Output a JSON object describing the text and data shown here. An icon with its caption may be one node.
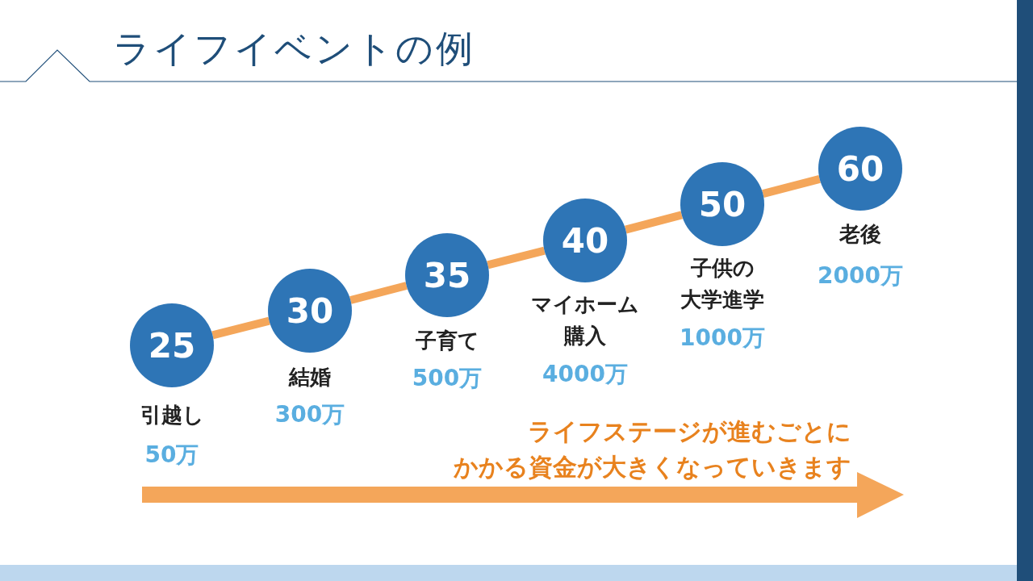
{
  "diagram": {
    "title": "ライフイベントの例",
    "nodes": [
      {
        "text": [
          "25"
        ],
        "beside": [
          "引越し",
          "50万"
        ]
      },
      {
        "text": [
          "30"
        ],
        "beside": [
          "結婚",
          "300万"
        ]
      },
      {
        "text": [
          "35"
        ],
        "beside": [
          "子育て",
          "500万"
        ]
      },
      {
        "text": [
          "40"
        ],
        "beside": [
          "マイホーム購入",
          "4000万"
        ]
      },
      {
        "text": [
          "50"
        ],
        "beside": [
          "子供の大学進学",
          "1000万"
        ]
      },
      {
        "text": [
          "60"
        ],
        "beside": [
          "老後",
          "2000万"
        ]
      }
    ],
    "edges": [
      {
        "from": 0,
        "to": 1,
        "arrow": "none"
      },
      {
        "from": 1,
        "to": 2,
        "arrow": "none"
      },
      {
        "from": 2,
        "to": 3,
        "arrow": "none"
      },
      {
        "from": 3,
        "to": 4,
        "arrow": "none"
      },
      {
        "from": 4,
        "to": 5,
        "arrow": "none"
      }
    ],
    "labels": [
      "ライフステージが進むごとに",
      "かかる資金が大きくなっていきます"
    ]
  }
}
